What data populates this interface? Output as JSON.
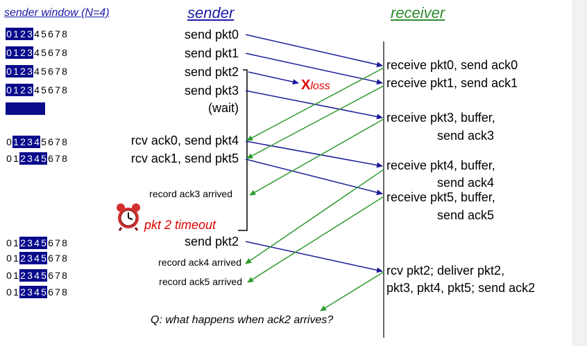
{
  "headers": {
    "sender_window": "sender window (N=4)",
    "sender": "sender",
    "receiver": "receiver"
  },
  "colors": {
    "header_blue": "#1a1aa6",
    "header_green": "#2e8b2e",
    "window_highlight": "#0a0a8c",
    "data_arrow": "#1a1a9a",
    "ack_arrow": "#2e9a2e",
    "loss_red": "#e00000"
  },
  "window_digits": [
    "0",
    "1",
    "2",
    "3",
    "4",
    "5",
    "6",
    "7",
    "8"
  ],
  "windows": [
    {
      "hl_start": 0,
      "hl_end": 3
    },
    {
      "hl_start": 0,
      "hl_end": 3
    },
    {
      "hl_start": 0,
      "hl_end": 3
    },
    {
      "hl_start": 0,
      "hl_end": 3
    },
    {
      "hl_start": 1,
      "hl_end": 4
    },
    {
      "hl_start": 2,
      "hl_end": 5
    },
    {
      "hl_start": 2,
      "hl_end": 5
    },
    {
      "hl_start": 2,
      "hl_end": 5
    },
    {
      "hl_start": 2,
      "hl_end": 5
    },
    {
      "hl_start": 2,
      "hl_end": 5
    }
  ],
  "sender_events": {
    "send_pkt0": "send  pkt0",
    "send_pkt1": "send  pkt1",
    "send_pkt2": "send  pkt2",
    "send_pkt3": "send  pkt3",
    "wait": "(wait)",
    "rcv_ack0": "rcv ack0, send pkt4",
    "rcv_ack1": "rcv ack1, send pkt5",
    "record_ack3": "record ack3 arrived",
    "timeout": "pkt 2 timeout",
    "resend_pkt2": "send  pkt2",
    "record_ack4": "record ack4 arrived",
    "record_ack5": "record ack5 arrived"
  },
  "loss": {
    "x": "X",
    "label": "loss"
  },
  "receiver_events": {
    "r_pkt0": "receive pkt0, send ack0",
    "r_pkt1": "receive pkt1, send ack1",
    "r_pkt3_a": "receive pkt3, buffer,",
    "r_pkt3_b": "send ack3",
    "r_pkt4_a": "receive pkt4, buffer,",
    "r_pkt4_b": "send ack4",
    "r_pkt5_a": "receive pkt5, buffer,",
    "r_pkt5_b": "send ack5",
    "r_pkt2_a": "rcv pkt2; deliver pkt2,",
    "r_pkt2_b": "pkt3, pkt4, pkt5; send ack2"
  },
  "question": "Q: what happens when ack2 arrives?"
}
